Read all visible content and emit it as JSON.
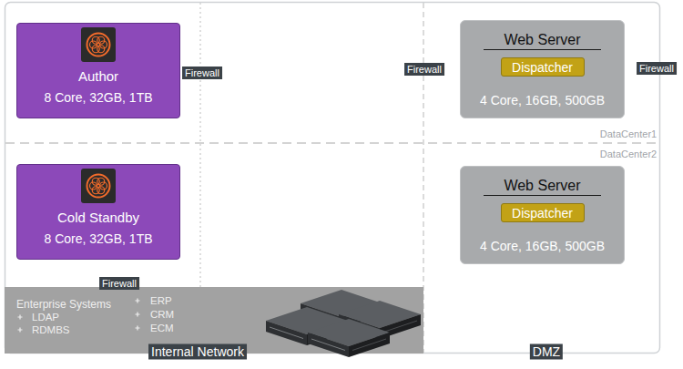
{
  "diagram": {
    "nodes": [
      {
        "text": [
          "Author",
          "8 Core, 32GB, 1TB"
        ]
      },
      {
        "text": [
          "Web Server",
          "4 Core, 16GB, 500GB"
        ]
      },
      {
        "text": [
          "Dispatcher"
        ],
        "in": 1
      },
      {
        "text": [
          "Cold Standby",
          "8 Core, 32GB, 1TB"
        ]
      },
      {
        "text": [
          "Web Server",
          "4 Core, 16GB, 500GB"
        ]
      },
      {
        "text": [
          "Dispatcher"
        ],
        "in": 4
      },
      {
        "text": [
          "Enterprise Systems",
          "LDAP",
          "RDMBS",
          "ERP",
          "CRM",
          "ECM"
        ]
      }
    ],
    "labels": [
      "Firewall",
      "Firewall",
      "Firewall",
      "DataCenter1",
      "DataCenter2",
      "Firewall",
      "Internal Network",
      "DMZ"
    ]
  }
}
